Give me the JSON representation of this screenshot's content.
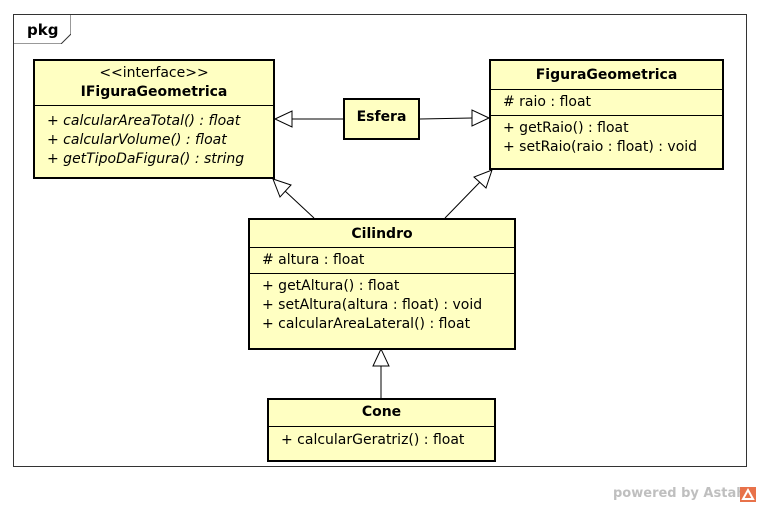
{
  "diagram": {
    "frame_label": "pkg",
    "classes": {
      "ifigura": {
        "stereotype": "<<interface>>",
        "name": "IFiguraGeometrica",
        "attributes": [],
        "operations": [
          "+ calcularAreaTotal() : float",
          "+ calcularVolume() : float",
          "+ getTipoDaFigura() : string"
        ]
      },
      "figura": {
        "name": "FiguraGeometrica",
        "attributes": [
          "# raio : float"
        ],
        "operations": [
          "+ getRaio() : float",
          "+ setRaio(raio : float) : void"
        ]
      },
      "esfera": {
        "name": "Esfera"
      },
      "cilindro": {
        "name": "Cilindro",
        "attributes": [
          "# altura : float"
        ],
        "operations": [
          "+ getAltura() : float",
          "+ setAltura(altura : float) : void",
          "+ calcularAreaLateral() : float"
        ]
      },
      "cone": {
        "name": "Cone",
        "operations": [
          "+ calcularGeratriz() : float"
        ]
      }
    }
  },
  "footer": {
    "powered_by": "powered by Astah"
  },
  "colors": {
    "class_fill": "#ffffc2",
    "border": "#000000",
    "footer_text": "#bfbfbf",
    "logo": "#e8724a"
  }
}
